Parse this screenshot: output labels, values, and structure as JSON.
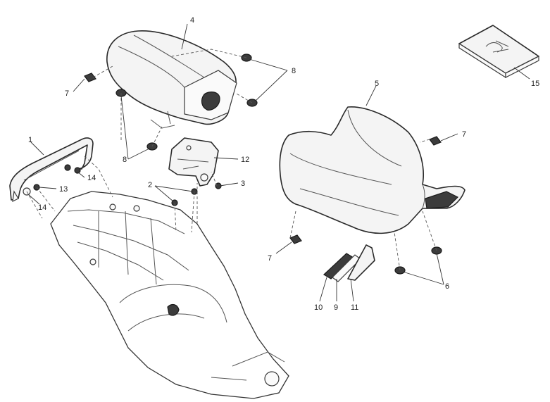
{
  "callouts": {
    "c1": "1",
    "c2": "2",
    "c3": "3",
    "c4": "4",
    "c5": "5",
    "c6": "6",
    "c7a": "7",
    "c7b": "7",
    "c7c": "7",
    "c8a": "8",
    "c8b": "8",
    "c9": "9",
    "c10": "10",
    "c11": "11",
    "c12": "12",
    "c13": "13",
    "c14a": "14",
    "c14b": "14",
    "c15": "15"
  },
  "colors": {
    "line": "#2a2a2a",
    "fill": "#f4f4f4",
    "background": "#ffffff"
  }
}
